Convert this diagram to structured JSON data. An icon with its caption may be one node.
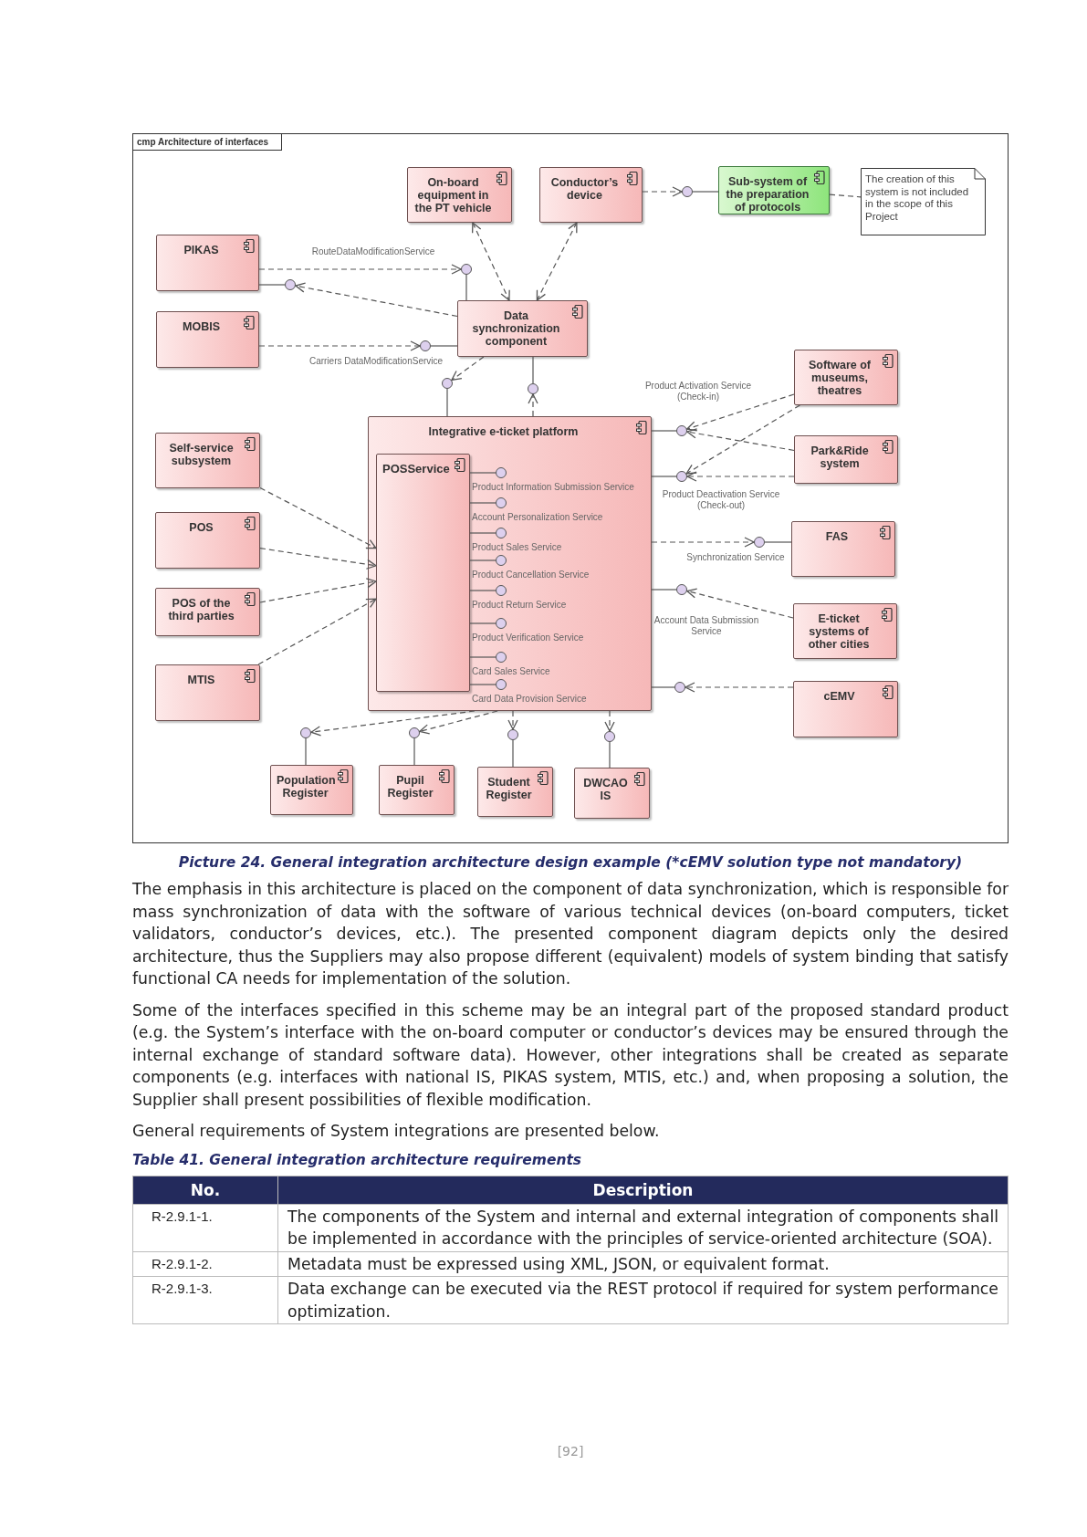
{
  "diagram": {
    "caption": "Picture 24. General integration architecture design example (*cEMV solution type not mandatory)",
    "nodes": [
      {
        "text": [
          "cmp Architecture of interfaces"
        ]
      },
      {
        "text": [
          "On-board equipment in the PT vehicle"
        ],
        "in": 0
      },
      {
        "text": [
          "Conductor’s device"
        ],
        "in": 0
      },
      {
        "text": [],
        "shape": "circle",
        "in": 0
      },
      {
        "text": [
          "Sub-system of the preparation of protocols"
        ],
        "in": 0
      },
      {
        "text": [
          "The creation of this system is not included in the scope of this Project"
        ],
        "in": 0
      },
      {
        "text": [
          "PIKAS"
        ],
        "in": 0
      },
      {
        "text": [],
        "shape": "circle",
        "in": 0,
        "beside": [
          "RouteDataModificationService"
        ]
      },
      {
        "text": [],
        "shape": "circle",
        "in": 0
      },
      {
        "text": [
          "MOBIS"
        ],
        "in": 0
      },
      {
        "text": [],
        "shape": "circle",
        "in": 0,
        "beside": [
          "Carriers DataModificationService"
        ]
      },
      {
        "text": [
          "Data synchronization component"
        ],
        "in": 0
      },
      {
        "text": [],
        "shape": "circle",
        "in": 0
      },
      {
        "text": [],
        "shape": "circle",
        "in": 0
      },
      {
        "text": [
          "Software of museums, theatres"
        ],
        "in": 0
      },
      {
        "text": [],
        "shape": "circle",
        "in": 0,
        "beside": [
          "Product Activation Service (Check-in)"
        ]
      },
      {
        "text": [
          "Self-service subsystem"
        ],
        "in": 0
      },
      {
        "text": [
          "Integrative e-ticket platform"
        ],
        "in": 0
      },
      {
        "text": [
          "POSService"
        ],
        "in": 17
      },
      {
        "text": [],
        "shape": "circle",
        "in": 17,
        "beside": [
          "Product Information Submission Service"
        ]
      },
      {
        "text": [],
        "shape": "circle",
        "in": 17,
        "beside": [
          "Account Personalization Service"
        ]
      },
      {
        "text": [],
        "shape": "circle",
        "in": 17,
        "beside": [
          "Product Sales Service"
        ]
      },
      {
        "text": [],
        "shape": "circle",
        "in": 17,
        "beside": [
          "Product Cancellation Service"
        ]
      },
      {
        "text": [],
        "shape": "circle",
        "in": 17,
        "beside": [
          "Product Return Service"
        ]
      },
      {
        "text": [],
        "shape": "circle",
        "in": 17,
        "beside": [
          "Product Verification Service"
        ]
      },
      {
        "text": [],
        "shape": "circle",
        "in": 17,
        "beside": [
          "Card Sales Service"
        ]
      },
      {
        "text": [],
        "shape": "circle",
        "in": 17,
        "beside": [
          "Card Data Provision Service"
        ]
      },
      {
        "text": [],
        "shape": "circle",
        "in": 0,
        "beside": [
          "Product Deactivation Service (Check-out)"
        ]
      },
      {
        "text": [
          "Park&Ride system"
        ],
        "in": 0
      },
      {
        "text": [
          "POS"
        ],
        "in": 0
      },
      {
        "text": [],
        "shape": "circle",
        "in": 0,
        "beside": [
          "Synchronization Service"
        ]
      },
      {
        "text": [
          "FAS"
        ],
        "in": 0
      },
      {
        "text": [
          "POS of the third parties"
        ],
        "in": 0
      },
      {
        "text": [],
        "shape": "circle",
        "in": 0,
        "beside": [
          "Account Data Submission Service"
        ]
      },
      {
        "text": [
          "E-ticket systems of other cities"
        ],
        "in": 0
      },
      {
        "text": [
          "MTIS"
        ],
        "in": 0
      },
      {
        "text": [],
        "shape": "circle",
        "in": 0
      },
      {
        "text": [
          "cEMV"
        ],
        "in": 0
      },
      {
        "text": [],
        "shape": "circle",
        "in": 0
      },
      {
        "text": [],
        "shape": "circle",
        "in": 0
      },
      {
        "text": [],
        "shape": "circle",
        "in": 0
      },
      {
        "text": [],
        "shape": "circle",
        "in": 0
      },
      {
        "text": [
          "Population Register"
        ],
        "in": 0
      },
      {
        "text": [
          "Pupil Register"
        ],
        "in": 0
      },
      {
        "text": [
          "Student Register"
        ],
        "in": 0
      },
      {
        "text": [
          "DWCAO IS"
        ],
        "in": 0
      }
    ],
    "edges": [
      {
        "from": 1,
        "to": 11,
        "arrow": "both",
        "style": "dashed"
      },
      {
        "from": 2,
        "to": 11,
        "arrow": "both",
        "style": "dashed"
      },
      {
        "from": 2,
        "to": 3,
        "arrow": "to",
        "style": "dashed"
      },
      {
        "from": 4,
        "to": 3,
        "arrow": "none"
      },
      {
        "from": 4,
        "to": 5,
        "arrow": "none",
        "style": "dashed"
      },
      {
        "from": 6,
        "to": 7,
        "arrow": "to",
        "style": "dashed"
      },
      {
        "from": 11,
        "to": 7,
        "arrow": "none"
      },
      {
        "from": 6,
        "to": 8,
        "arrow": "none"
      },
      {
        "from": 11,
        "to": 8,
        "arrow": "to",
        "style": "dashed"
      },
      {
        "from": 9,
        "to": 10,
        "arrow": "to",
        "style": "dashed"
      },
      {
        "from": 11,
        "to": 10,
        "arrow": "none"
      },
      {
        "from": 11,
        "to": 12,
        "arrow": "to",
        "style": "dashed"
      },
      {
        "from": 17,
        "to": 12,
        "arrow": "none"
      },
      {
        "from": 11,
        "to": 13,
        "arrow": "none"
      },
      {
        "from": 17,
        "to": 13,
        "arrow": "to",
        "style": "dashed"
      },
      {
        "from": 17,
        "to": 15,
        "arrow": "none"
      },
      {
        "from": 14,
        "to": 15,
        "arrow": "to",
        "style": "dashed"
      },
      {
        "from": 28,
        "to": 15,
        "arrow": "to",
        "style": "dashed"
      },
      {
        "from": 17,
        "to": 27,
        "arrow": "none"
      },
      {
        "from": 14,
        "to": 27,
        "arrow": "to",
        "style": "dashed"
      },
      {
        "from": 28,
        "to": 27,
        "arrow": "to",
        "style": "dashed"
      },
      {
        "from": 18,
        "to": 19,
        "arrow": "none"
      },
      {
        "from": 18,
        "to": 20,
        "arrow": "none"
      },
      {
        "from": 18,
        "to": 21,
        "arrow": "none"
      },
      {
        "from": 18,
        "to": 22,
        "arrow": "none"
      },
      {
        "from": 18,
        "to": 23,
        "arrow": "none"
      },
      {
        "from": 18,
        "to": 24,
        "arrow": "none"
      },
      {
        "from": 18,
        "to": 25,
        "arrow": "none"
      },
      {
        "from": 18,
        "to": 26,
        "arrow": "none"
      },
      {
        "from": 16,
        "to": 18,
        "arrow": "to",
        "style": "dashed"
      },
      {
        "from": 29,
        "to": 18,
        "arrow": "to",
        "style": "dashed"
      },
      {
        "from": 32,
        "to": 18,
        "arrow": "to",
        "style": "dashed"
      },
      {
        "from": 35,
        "to": 18,
        "arrow": "to",
        "style": "dashed"
      },
      {
        "from": 17,
        "to": 30,
        "arrow": "to",
        "style": "dashed"
      },
      {
        "from": 31,
        "to": 30,
        "arrow": "none"
      },
      {
        "from": 17,
        "to": 33,
        "arrow": "none"
      },
      {
        "from": 34,
        "to": 33,
        "arrow": "to",
        "style": "dashed"
      },
      {
        "from": 17,
        "to": 36,
        "arrow": "none"
      },
      {
        "from": 37,
        "to": 36,
        "arrow": "to",
        "style": "dashed"
      },
      {
        "from": 17,
        "to": 38,
        "arrow": "to",
        "style": "dashed"
      },
      {
        "from": 42,
        "to": 38,
        "arrow": "none"
      },
      {
        "from": 17,
        "to": 39,
        "arrow": "to",
        "style": "dashed"
      },
      {
        "from": 43,
        "to": 39,
        "arrow": "none"
      },
      {
        "from": 17,
        "to": 40,
        "arrow": "to",
        "style": "dashed"
      },
      {
        "from": 44,
        "to": 40,
        "arrow": "none"
      },
      {
        "from": 17,
        "to": 41,
        "arrow": "to",
        "style": "dashed"
      },
      {
        "from": 45,
        "to": 41,
        "arrow": "none"
      }
    ],
    "labels": [
      "The emphasis in this architecture is placed on the component of data synchronization, which is responsible for mass synchronization of data with the software of various technical devices (on-board computers, ticket validators, conductor’s devices, etc.). The presented component diagram depicts only the desired architecture, thus the Suppliers may also propose different (equivalent) models of system binding that satisfy functional CA needs for implementation of the solution.",
      "Some of the interfaces specified in this scheme may be an integral part of the proposed standard product (e.g. the System’s interface with the on-board computer or conductor’s devices may be ensured through the internal exchange of standard software data). However, other integrations shall be created as separate components (e.g. interfaces with national IS, PIKAS system, MTIS, etc.) and, when proposing a solution, the Supplier shall present possibilities of flexible modification.",
      "General requirements of System integrations are presented below.",
      "Table 41. General integration architecture requirements",
      "No.",
      "Description",
      "R-2.9.1-1.",
      "The components of the System and internal and external integration of components shall be implemented in accordance with the principles of service-oriented architecture (SOA).",
      "R-2.9.1-2.",
      "Metadata must be expressed using XML, JSON, or equivalent format.",
      "R-2.9.1-3.",
      "Data exchange can be executed via the REST protocol if required for system performance optimization.",
      "[92]"
    ]
  }
}
